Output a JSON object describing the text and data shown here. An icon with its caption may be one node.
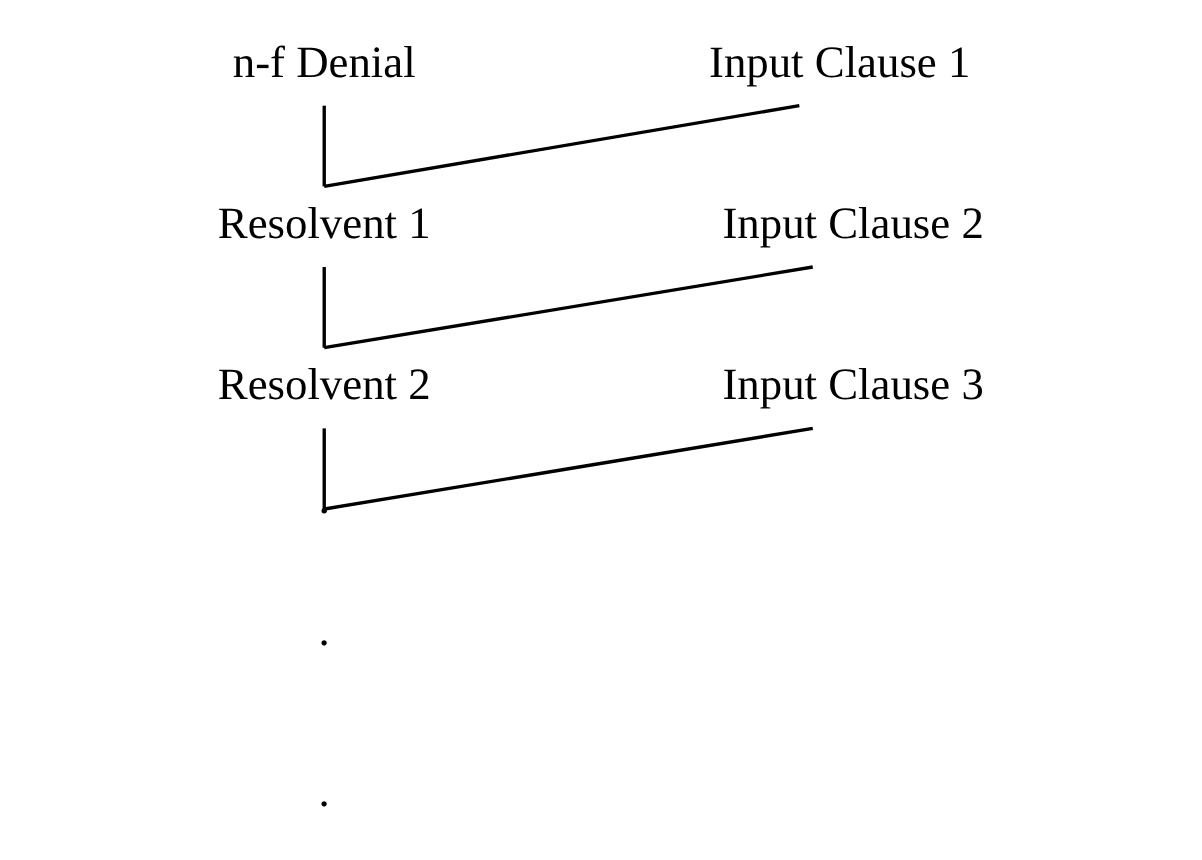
{
  "diagram": {
    "nodes": [
      {
        "text": [
          "n-f Denial"
        ]
      },
      {
        "text": [
          "Input Clause 1"
        ]
      },
      {
        "text": [
          "Resolvent 1"
        ]
      },
      {
        "text": [
          "Input Clause 2"
        ]
      },
      {
        "text": [
          "Resolvent 2"
        ]
      },
      {
        "text": [
          "Input Clause 3"
        ]
      },
      {
        "text": [],
        "shape": "point"
      }
    ],
    "edges": [
      {
        "from": 0,
        "to": 2,
        "arrow": "none"
      },
      {
        "from": 1,
        "to": 2,
        "arrow": "none"
      },
      {
        "from": 2,
        "to": 4,
        "arrow": "none"
      },
      {
        "from": 3,
        "to": 4,
        "arrow": "none"
      },
      {
        "from": 4,
        "to": 6,
        "arrow": "none"
      },
      {
        "from": 5,
        "to": 6,
        "arrow": "none"
      }
    ],
    "labels": [
      ".",
      "."
    ]
  }
}
